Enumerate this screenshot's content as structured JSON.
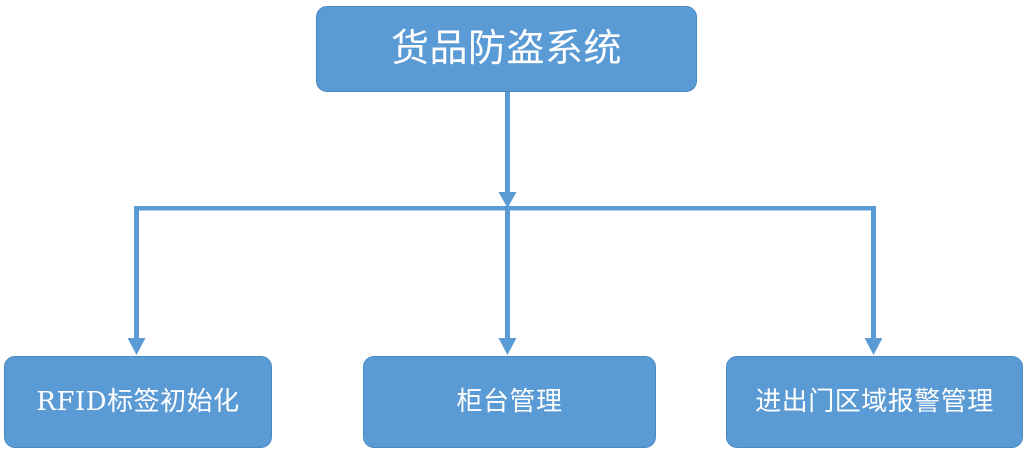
{
  "diagram": {
    "type": "organization-tree",
    "orientation": "top-down",
    "title": "货品防盗系统",
    "theme": {
      "node_fill": "#5B9BD5",
      "node_border": "#4A8AC4",
      "node_text": "#FFFFFF",
      "connector": "#5B9BD5",
      "background": "#FFFFFF"
    },
    "root": {
      "label": "货品防盗系统"
    },
    "children": [
      {
        "label": "RFID标签初始化"
      },
      {
        "label": "柜台管理"
      },
      {
        "label": "进出门区域报警管理"
      }
    ]
  }
}
